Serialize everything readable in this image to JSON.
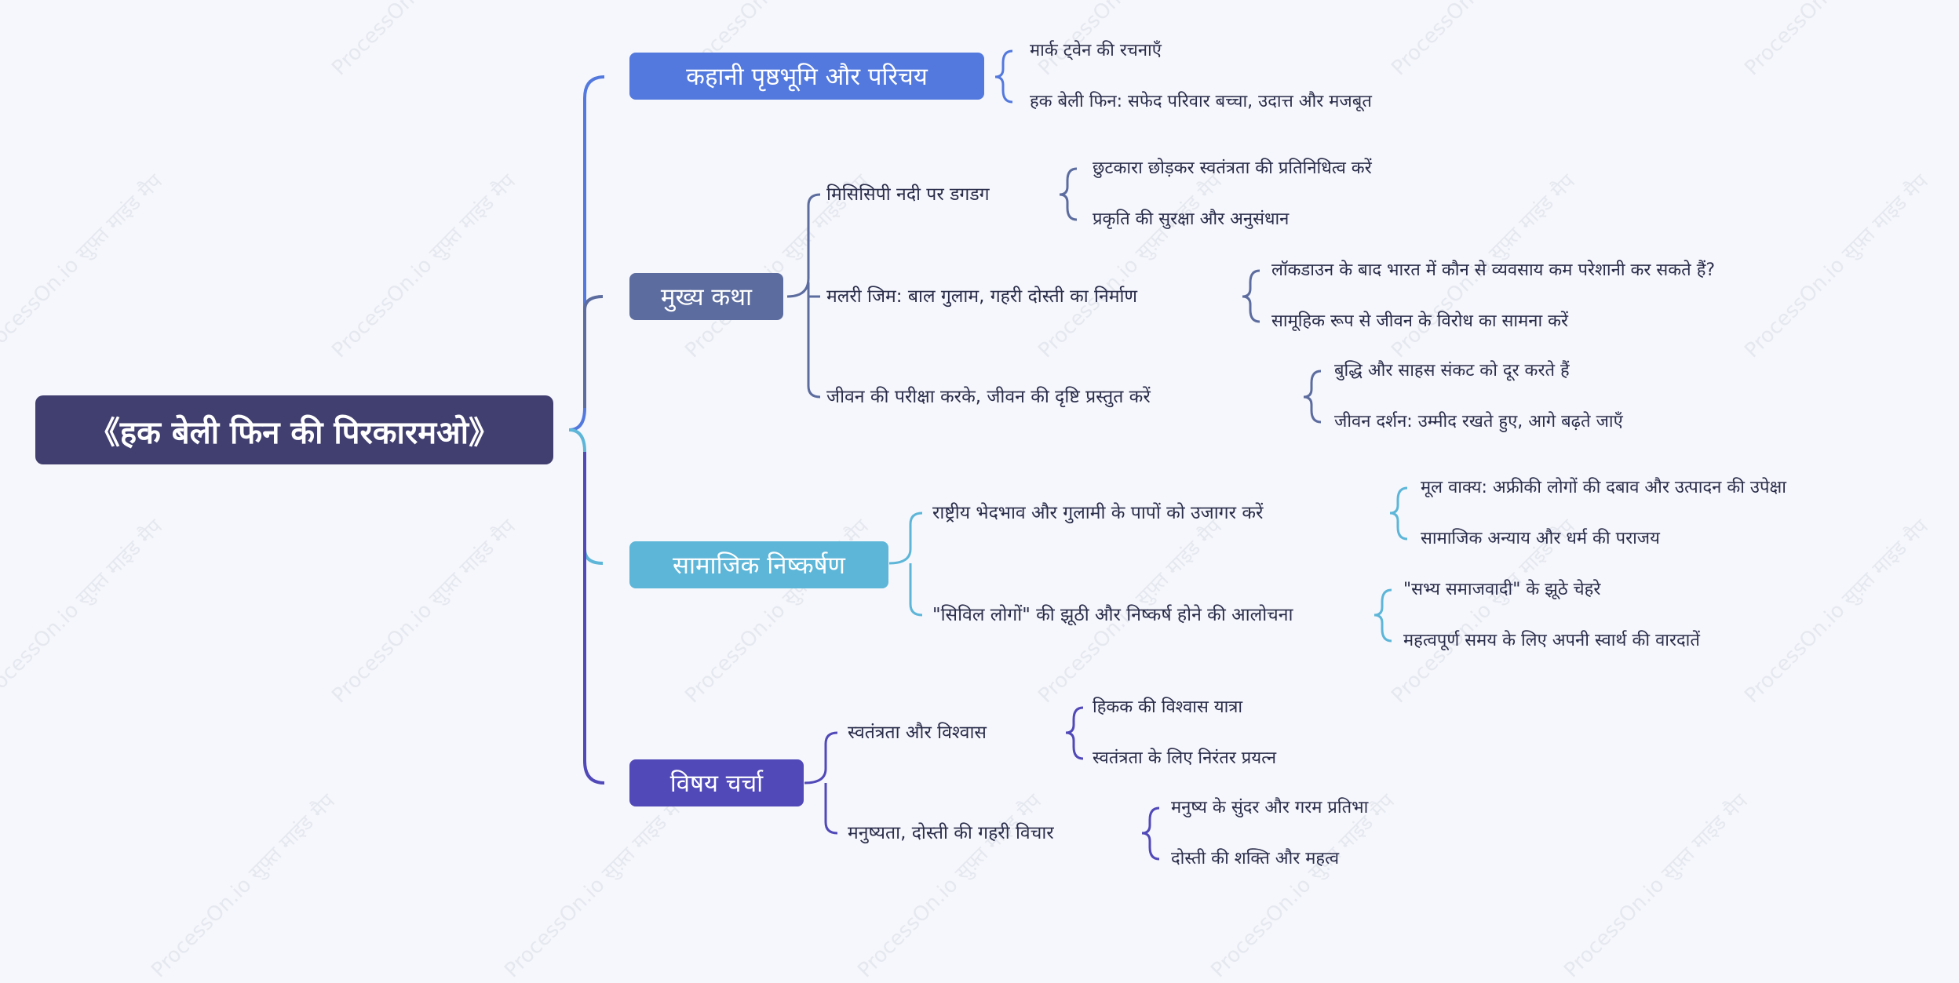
{
  "watermark": "ProcessOn.io सुफ़्त माइंड मैप",
  "root": "《हक बेली फिन की पिरकारमओ》",
  "colors": {
    "root": "#413f6f",
    "t1": "#5379de",
    "t2": "#5c6c9e",
    "t3": "#5db6d8",
    "t4": "#5149b8"
  },
  "topics": [
    {
      "label": "कहानी पृष्ठभूमि और परिचय",
      "leaves": [
        "मार्क ट्वेन की रचनाएँ",
        "हक बेली फिन: सफेद परिवार बच्चा, उदात्त और मजबूत"
      ]
    },
    {
      "label": "मुख्य कथा",
      "subs": [
        {
          "label": "मिसिसिपी नदी पर डगडग",
          "leaves": [
            "छुटकारा छोड़कर स्वतंत्रता की प्रतिनिधित्व करें",
            "प्रकृति की सुरक्षा और अनुसंधान"
          ]
        },
        {
          "label": "मलरी जिम: बाल गुलाम, गहरी दोस्ती का निर्माण",
          "leaves": [
            "लॉकडाउन के बाद भारत में कौन से व्यवसाय कम परेशानी कर सकते हैं?",
            "सामूहिक रूप से जीवन के विरोध का सामना करें"
          ]
        },
        {
          "label": "जीवन की परीक्षा करके, जीवन की दृष्टि प्रस्तुत करें",
          "leaves": [
            "बुद्धि और साहस संकट को दूर करते हैं",
            "जीवन दर्शन: उम्मीद रखते हुए, आगे बढ़ते जाएँ"
          ]
        }
      ]
    },
    {
      "label": "सामाजिक निष्कर्षण",
      "subs": [
        {
          "label": "राष्ट्रीय भेदभाव और गुलामी के पापों को उजागर करें",
          "leaves": [
            "मूल वाक्य: अफ्रीकी लोगों की दबाव और उत्पादन की उपेक्षा",
            "सामाजिक अन्याय और धर्म की पराजय"
          ]
        },
        {
          "label": "\"सिविल लोगों\" की झूठी और निष्कर्ष होने की आलोचना",
          "leaves": [
            "\"सभ्य समाजवादी\" के झूठे चेहरे",
            "महत्वपूर्ण समय के लिए अपनी स्वार्थ की वारदातें"
          ]
        }
      ]
    },
    {
      "label": "विषय चर्चा",
      "subs": [
        {
          "label": "स्वतंत्रता और विश्वास",
          "leaves": [
            "हिकक की विश्वास यात्रा",
            "स्वतंत्रता के लिए निरंतर प्रयत्न"
          ]
        },
        {
          "label": "मनुष्यता, दोस्ती की गहरी विचार",
          "leaves": [
            "मनुष्य के सुंदर और गरम प्रतिभा",
            "दोस्ती की शक्ति और महत्व"
          ]
        }
      ]
    }
  ]
}
